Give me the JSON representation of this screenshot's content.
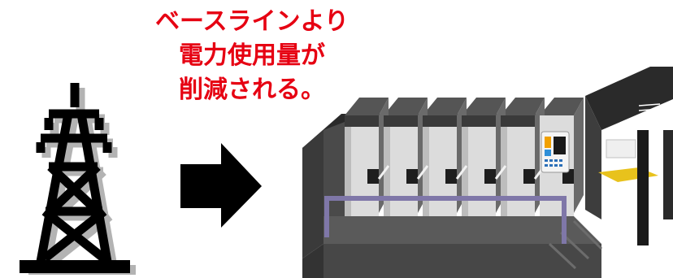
{
  "caption": {
    "lines": [
      "ベースラインより",
      "電力使用量が",
      "削減される。"
    ]
  },
  "colors": {
    "caption": "#e60012",
    "icon_black": "#000000",
    "shadow_gray": "#b3b3b3",
    "press_dark": "#3a3a3a",
    "press_mid": "#595959",
    "unit_light": "#dcdcdc",
    "rail": "#7f77a8",
    "tray": "#e8c21c"
  },
  "icons": {
    "tower": "power-transmission-tower-icon",
    "arrow": "right-arrow-icon",
    "machine": "printing-press-illustration"
  }
}
